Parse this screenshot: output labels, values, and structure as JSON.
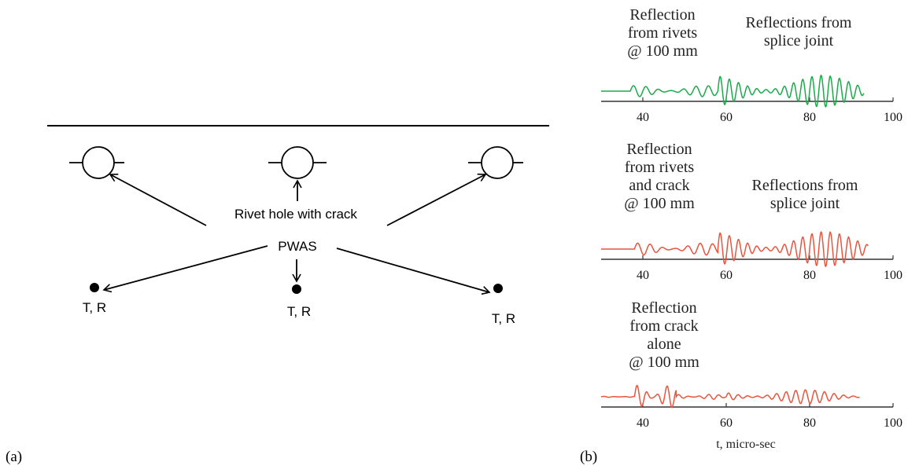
{
  "panel_a": {
    "label": "(a)",
    "rivet_label": "Rivet hole with crack",
    "sensor_label": "PWAS",
    "tr_labels": [
      "T, R",
      "T, R",
      "T, R"
    ]
  },
  "panel_b": {
    "label": "(b)",
    "xlabel": "t, micro-sec"
  },
  "chart_data": [
    {
      "type": "line",
      "annotations": [
        "Reflection",
        "from rivets",
        "@ 100 mm"
      ],
      "annotation_right": [
        "Reflections from",
        "splice joint"
      ],
      "xlim": [
        30,
        100
      ],
      "xticks": [
        40,
        60,
        80,
        100
      ],
      "xlabel": "",
      "series": [
        {
          "color": "#1aaa4a",
          "segments": [
            {
              "t0": 30,
              "t1": 37,
              "amp": 0.0
            },
            {
              "t0": 37,
              "t1": 58,
              "amp": 0.35,
              "period": 3.0
            },
            {
              "t0": 58,
              "t1": 93,
              "amp": 1.0,
              "period": 2.2
            }
          ]
        }
      ]
    },
    {
      "type": "line",
      "annotations": [
        "Reflection",
        "from rivets",
        "and crack",
        "@ 100 mm"
      ],
      "annotation_right": [
        "Reflections from",
        "splice joint"
      ],
      "xlim": [
        30,
        100
      ],
      "xticks": [
        40,
        60,
        80,
        100
      ],
      "xlabel": "",
      "series": [
        {
          "color": "#e8553e",
          "segments": [
            {
              "t0": 30,
              "t1": 38,
              "amp": 0.0
            },
            {
              "t0": 38,
              "t1": 58,
              "amp": 0.35,
              "period": 3.0
            },
            {
              "t0": 58,
              "t1": 94,
              "amp": 1.0,
              "period": 2.2
            }
          ]
        }
      ]
    },
    {
      "type": "line",
      "annotations": [
        "Reflection",
        "from crack",
        "alone",
        "@ 100 mm"
      ],
      "annotation_right": [],
      "xlim": [
        30,
        100
      ],
      "xticks": [
        40,
        60,
        80,
        100
      ],
      "xlabel": "t, micro-sec",
      "series": [
        {
          "color": "#e8553e",
          "segments": [
            {
              "t0": 30,
              "t1": 38,
              "amp": 0.04,
              "period": 2.5
            },
            {
              "t0": 38,
              "t1": 48,
              "amp": 0.9,
              "period": 2.4
            },
            {
              "t0": 48,
              "t1": 60,
              "amp": 0.2,
              "period": 2.4
            },
            {
              "t0": 60,
              "t1": 92,
              "amp": 0.55,
              "period": 2.3
            }
          ]
        }
      ]
    }
  ]
}
